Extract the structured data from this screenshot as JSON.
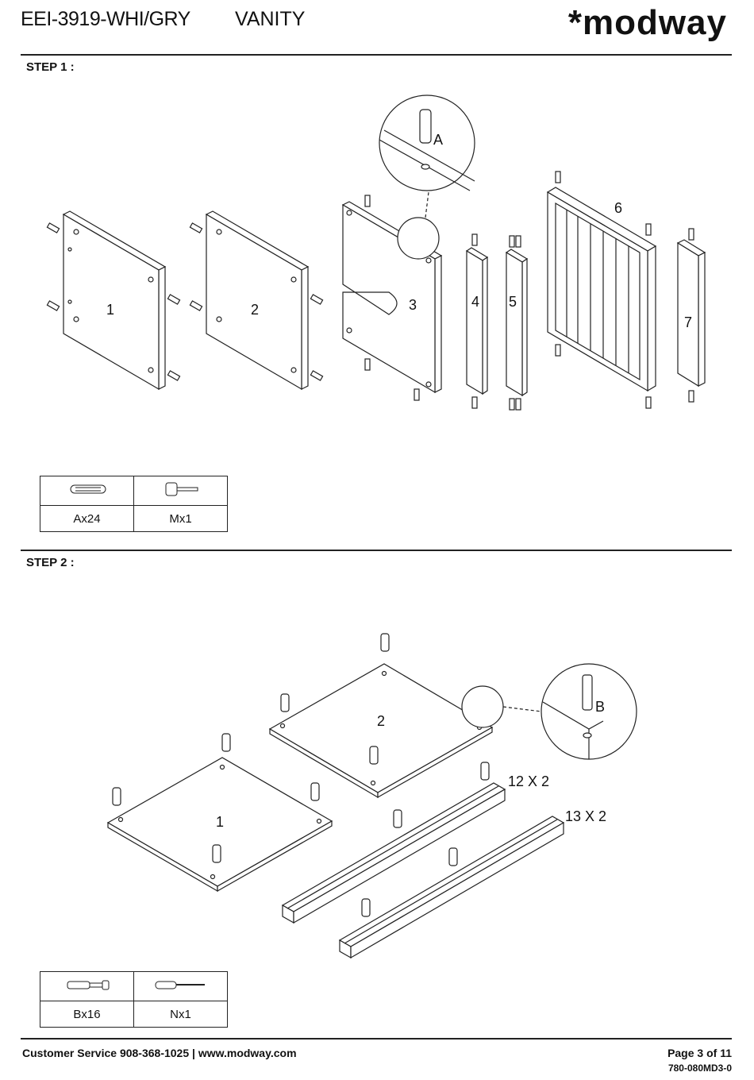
{
  "header": {
    "model": "EEI-3919-WHI/GRY",
    "title": "VANITY",
    "logo": "*modway"
  },
  "step1": {
    "label": "STEP 1 :",
    "panel_labels": [
      "1",
      "2",
      "3",
      "4",
      "5",
      "6",
      "7"
    ],
    "detail_label": "A",
    "hardware": [
      {
        "icon": "dowel-icon",
        "label": "Ax24"
      },
      {
        "icon": "mallet-icon",
        "label": "Mx1"
      }
    ]
  },
  "step2": {
    "label": "STEP 2 :",
    "panel_labels": [
      "1",
      "2"
    ],
    "part_labels": [
      "12 X 2",
      "13 X 2"
    ],
    "detail_label": "B",
    "hardware": [
      {
        "icon": "cam-bolt-icon",
        "label": "Bx16"
      },
      {
        "icon": "screwdriver-icon",
        "label": "Nx1"
      }
    ]
  },
  "footer": {
    "contact": "Customer Service 908-368-1025 | www.modway.com",
    "page": "Page 3 of 11",
    "code": "780-080MD3-0"
  }
}
